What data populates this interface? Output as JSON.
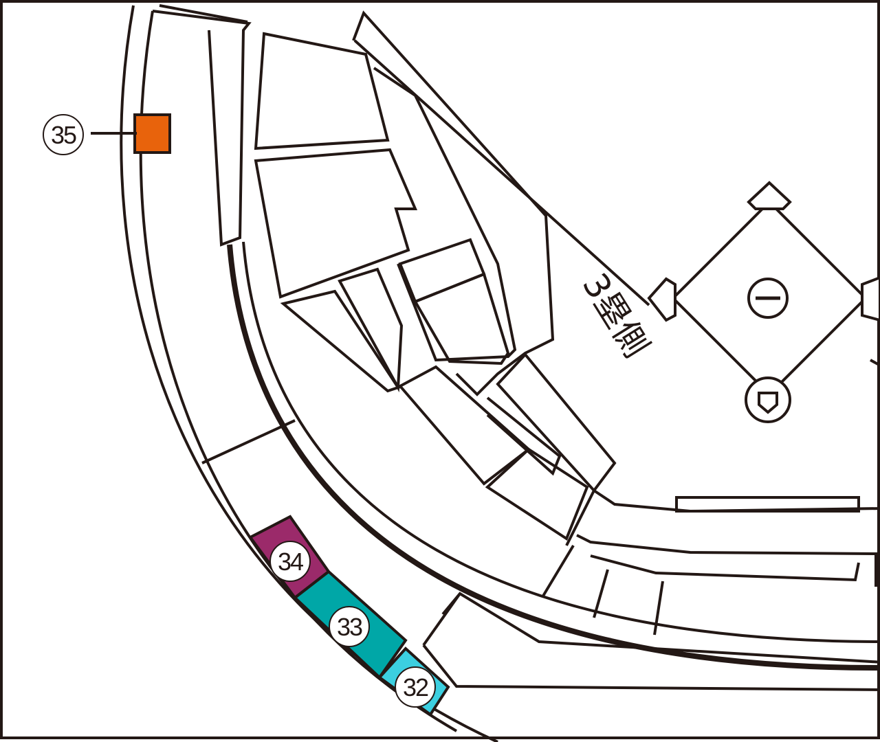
{
  "map": {
    "side_label": "3塁側",
    "colors": {
      "line": "#231815",
      "background": "#ffffff",
      "seat_35": "#e8630c",
      "seat_34": "#9b2a6a",
      "seat_33": "#00a7a7",
      "seat_32": "#3ccfe0"
    },
    "seats": [
      {
        "id": "35",
        "label": "35",
        "color_key": "seat_35"
      },
      {
        "id": "34",
        "label": "34",
        "color_key": "seat_34"
      },
      {
        "id": "33",
        "label": "33",
        "color_key": "seat_33"
      },
      {
        "id": "32",
        "label": "32",
        "color_key": "seat_32"
      }
    ],
    "field": {
      "pitcher_plate_icon": "pitcher-plate-icon",
      "home_plate_icon": "home-plate-icon"
    }
  }
}
